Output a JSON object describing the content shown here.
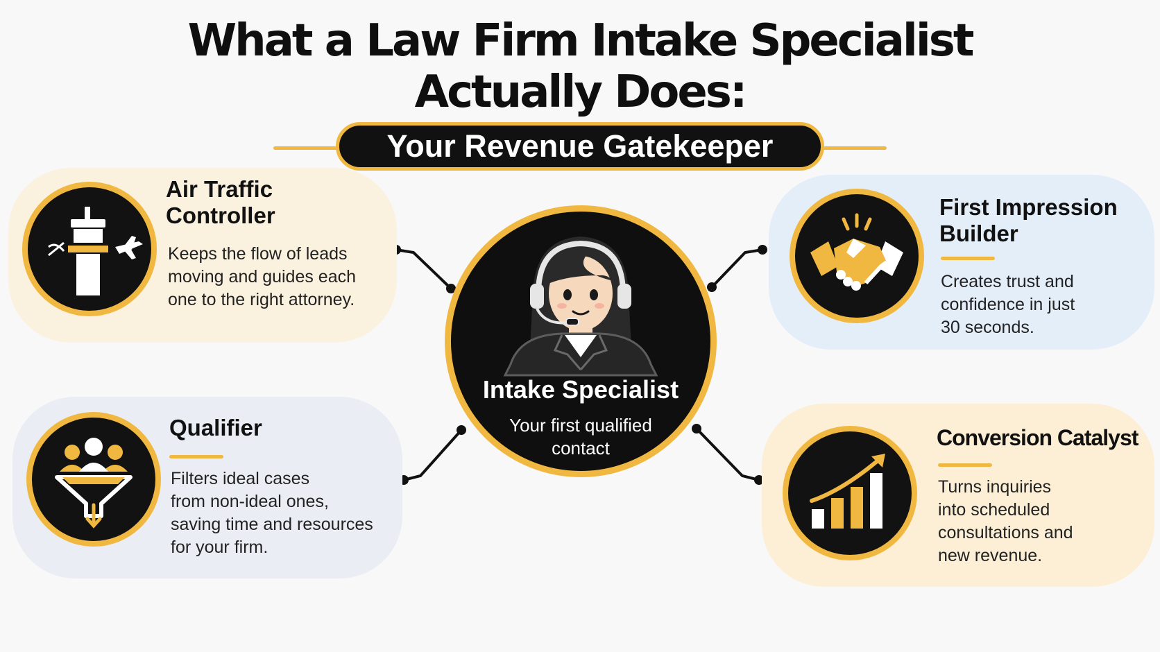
{
  "title": {
    "line1": "What a Law Firm Intake Specialist",
    "line2": "Actually Does:"
  },
  "subtitle": "Your Revenue Gatekeeper",
  "center": {
    "label": "Intake Specialist",
    "sub_line1": "Your first qualified",
    "sub_line2": "contact"
  },
  "cards": {
    "air_traffic": {
      "title_line1": "Air Traffic",
      "title_line2": "Controller",
      "text_line1": "Keeps the flow of leads",
      "text_line2": "moving and guides each",
      "text_line3": "one to the right attorney.",
      "icon": "control-tower-airplane-icon"
    },
    "first_impression": {
      "title_line1": "First Impression",
      "title_line2": "Builder",
      "text_line1": "Creates trust and",
      "text_line2": "confidence in just",
      "text_line3": "30 seconds.",
      "icon": "handshake-icon"
    },
    "qualifier": {
      "title": "Qualifier",
      "text_line1": "Filters ideal cases",
      "text_line2": "from non-ideal ones,",
      "text_line3": "saving time and resources",
      "text_line4": "for your firm.",
      "icon": "people-funnel-icon"
    },
    "conversion": {
      "title": "Conversion Catalyst",
      "text_line1": "Turns inquiries",
      "text_line2": "into scheduled",
      "text_line3": "consultations and",
      "text_line4": "new revenue.",
      "icon": "growth-chart-icon"
    }
  },
  "colors": {
    "accent": "#f0b840",
    "dark": "#111111",
    "card_warm": "#fbf1df",
    "card_blue": "#e4eef9",
    "card_grey": "#eaeef4",
    "card_yellow": "#fcefd6"
  }
}
